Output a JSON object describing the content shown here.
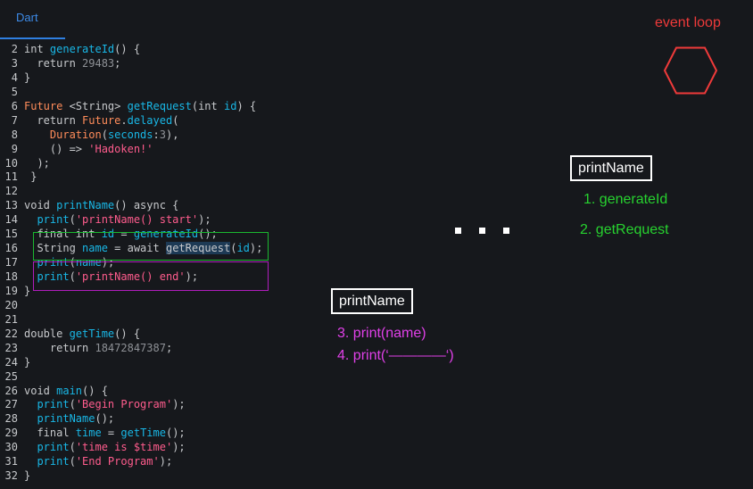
{
  "tab": {
    "label": "Dart"
  },
  "code": {
    "lines": [
      [
        [
          "kw",
          "int "
        ],
        [
          "fn",
          "generateId"
        ],
        [
          "kw",
          "() {"
        ]
      ],
      [
        [
          "kw",
          "  return "
        ],
        [
          "num",
          "29483"
        ],
        [
          "kw",
          ";"
        ]
      ],
      [
        [
          "kw",
          "}"
        ]
      ],
      [],
      [
        [
          "ty",
          "Future "
        ],
        [
          "kw",
          "<String> "
        ],
        [
          "fn",
          "getRequest"
        ],
        [
          "kw",
          "(int "
        ],
        [
          "prm",
          "id"
        ],
        [
          "kw",
          ") {"
        ]
      ],
      [
        [
          "kw",
          "  return "
        ],
        [
          "ty",
          "Future"
        ],
        [
          "kw",
          "."
        ],
        [
          "fn",
          "delayed"
        ],
        [
          "kw",
          "("
        ]
      ],
      [
        [
          "ty",
          "    Duration"
        ],
        [
          "kw",
          "("
        ],
        [
          "prm",
          "seconds"
        ],
        [
          "kw",
          ":"
        ],
        [
          "num",
          "3"
        ],
        [
          "kw",
          "),"
        ]
      ],
      [
        [
          "kw",
          "    () => "
        ],
        [
          "str",
          "'Hadoken!'"
        ]
      ],
      [
        [
          "kw",
          "  );"
        ]
      ],
      [
        [
          "kw",
          " }"
        ]
      ],
      [],
      [
        [
          "kw",
          "void "
        ],
        [
          "fn",
          "printName"
        ],
        [
          "kw",
          "() async {"
        ]
      ],
      [
        [
          "fn",
          "  print"
        ],
        [
          "kw",
          "("
        ],
        [
          "str",
          "'printName() start'"
        ],
        [
          "kw",
          ");"
        ]
      ],
      [
        [
          "kw",
          "  final int "
        ],
        [
          "prm",
          "id"
        ],
        [
          "kw",
          " = "
        ],
        [
          "fn",
          "generateId"
        ],
        [
          "kw",
          "();"
        ]
      ],
      [
        [
          "kw",
          "  String "
        ],
        [
          "prm",
          "name"
        ],
        [
          "kw",
          " = await "
        ],
        [
          "hl",
          "getRequest"
        ],
        [
          "kw",
          "("
        ],
        [
          "prm",
          "id"
        ],
        [
          "kw",
          ");"
        ]
      ],
      [
        [
          "fn",
          "  print"
        ],
        [
          "kw",
          "("
        ],
        [
          "prm",
          "name"
        ],
        [
          "kw",
          ");"
        ]
      ],
      [
        [
          "fn",
          "  print"
        ],
        [
          "kw",
          "("
        ],
        [
          "str",
          "'printName() end'"
        ],
        [
          "kw",
          ");"
        ]
      ],
      [
        [
          "kw",
          "}"
        ]
      ],
      [],
      [],
      [
        [
          "kw",
          "double "
        ],
        [
          "fn",
          "getTime"
        ],
        [
          "kw",
          "() {"
        ]
      ],
      [
        [
          "kw",
          "    return "
        ],
        [
          "num",
          "18472847387"
        ],
        [
          "kw",
          ";"
        ]
      ],
      [
        [
          "kw",
          "}"
        ]
      ],
      [],
      [
        [
          "kw",
          "void "
        ],
        [
          "fn",
          "main"
        ],
        [
          "kw",
          "() {"
        ]
      ],
      [
        [
          "fn",
          "  print"
        ],
        [
          "kw",
          "("
        ],
        [
          "str",
          "'Begin Program'"
        ],
        [
          "kw",
          ");"
        ]
      ],
      [
        [
          "fn",
          "  printName"
        ],
        [
          "kw",
          "();"
        ]
      ],
      [
        [
          "kw",
          "  final "
        ],
        [
          "prm",
          "time"
        ],
        [
          "kw",
          " = "
        ],
        [
          "fn",
          "getTime"
        ],
        [
          "kw",
          "();"
        ]
      ],
      [
        [
          "fn",
          "  print"
        ],
        [
          "kw",
          "("
        ],
        [
          "str",
          "'time is $time'"
        ],
        [
          "kw",
          ");"
        ]
      ],
      [
        [
          "fn",
          "  print"
        ],
        [
          "kw",
          "("
        ],
        [
          "str",
          "'End Program'"
        ],
        [
          "kw",
          ");"
        ]
      ],
      [
        [
          "kw",
          "}"
        ]
      ]
    ],
    "first_line_number": 2
  },
  "diagram": {
    "event_loop_label": "event loop",
    "print_name_top": "printName",
    "print_name_bottom": "printName",
    "step1": "1. generateId",
    "step2": "2. getRequest",
    "step3": "3. print(name)",
    "step4": "4. print(‘————‘)"
  },
  "colors": {
    "green": "#27d22f",
    "magenta": "#e040e8",
    "red": "#ef3a3a",
    "accent": "#2f7fe0"
  }
}
